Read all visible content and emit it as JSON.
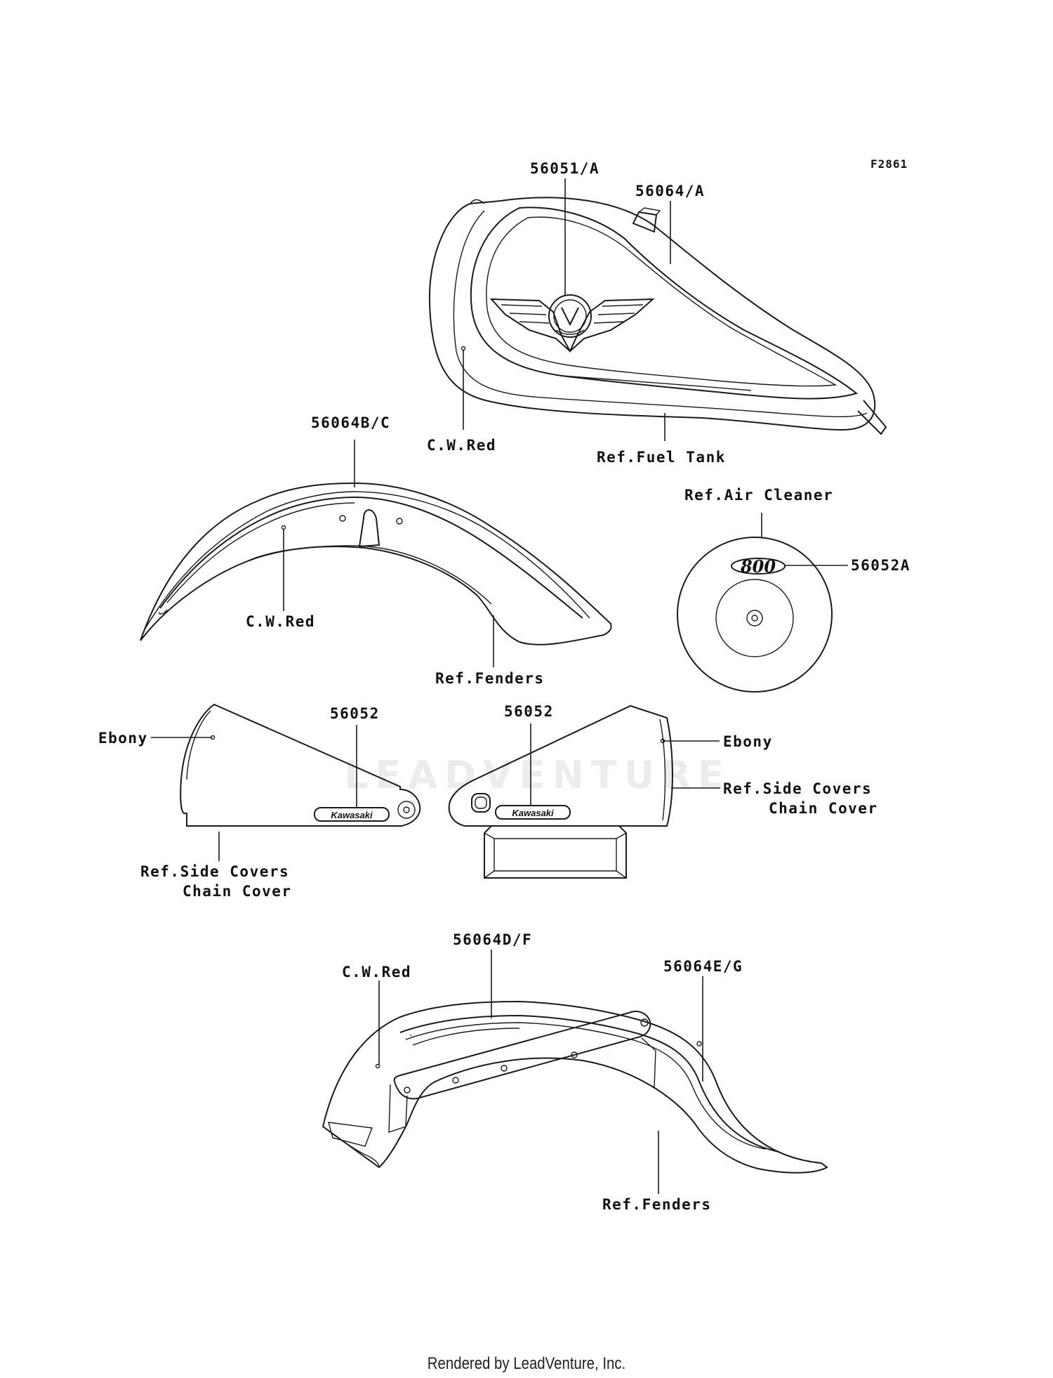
{
  "figure_code": "F2861",
  "callouts": {
    "tank_emblem": "56051/A",
    "tank_stripe": "56064/A",
    "front_fender_stripe": "56064B/C",
    "tank_color": "C.W.Red",
    "ref_fuel_tank": "Ref.Fuel Tank",
    "ref_air_cleaner": "Ref.Air Cleaner",
    "air_cleaner_decal": "56052A",
    "front_fender_color": "C.W.Red",
    "ref_front_fenders": "Ref.Fenders",
    "left_cover_decal": "56052",
    "right_cover_decal": "56052",
    "left_cover_color": "Ebony",
    "right_cover_color": "Ebony",
    "ref_side_covers_right_line1": "Ref.Side Covers",
    "ref_side_covers_right_line2": "Chain Cover",
    "ref_side_covers_left_line1": "Ref.Side Covers",
    "ref_side_covers_left_line2": "Chain Cover",
    "rear_fender_stripe_df": "56064D/F",
    "rear_fender_color": "C.W.Red",
    "rear_fender_stripe_eg": "56064E/G",
    "ref_rear_fenders": "Ref.Fenders"
  },
  "decal_text": {
    "kawasaki_left": "Kawasaki",
    "kawasaki_right": "Kawasaki",
    "displacement": "800"
  },
  "watermark": "LEADVENTURE",
  "footer": "Rendered by LeadVenture, Inc."
}
